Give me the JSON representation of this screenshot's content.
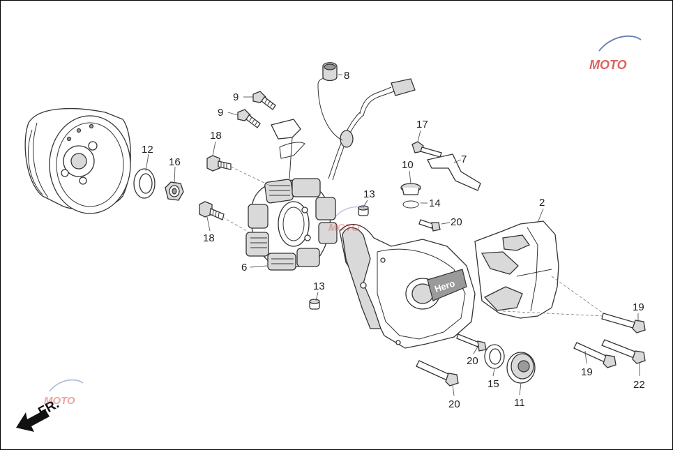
{
  "callouts": {
    "c2": "2",
    "c6": "6",
    "c7": "7",
    "c8": "8",
    "c9a": "9",
    "c9b": "9",
    "c10": "10",
    "c11": "11",
    "c12": "12",
    "c13a": "13",
    "c13b": "13",
    "c14": "14",
    "c15": "15",
    "c16": "16",
    "c17": "17",
    "c18a": "18",
    "c18b": "18",
    "c19a": "19",
    "c19b": "19",
    "c20a": "20",
    "c20b": "20",
    "c20c": "20",
    "c22": "22"
  },
  "cover_brand": "Hero",
  "direction_label": "FR.",
  "watermark": "MOTO",
  "colors": {
    "line": "#333333",
    "shade": "#9a9a9a",
    "light": "#d9d9d9",
    "watermark_blue": "#4a5fb0",
    "watermark_red": "#d63a3a"
  }
}
